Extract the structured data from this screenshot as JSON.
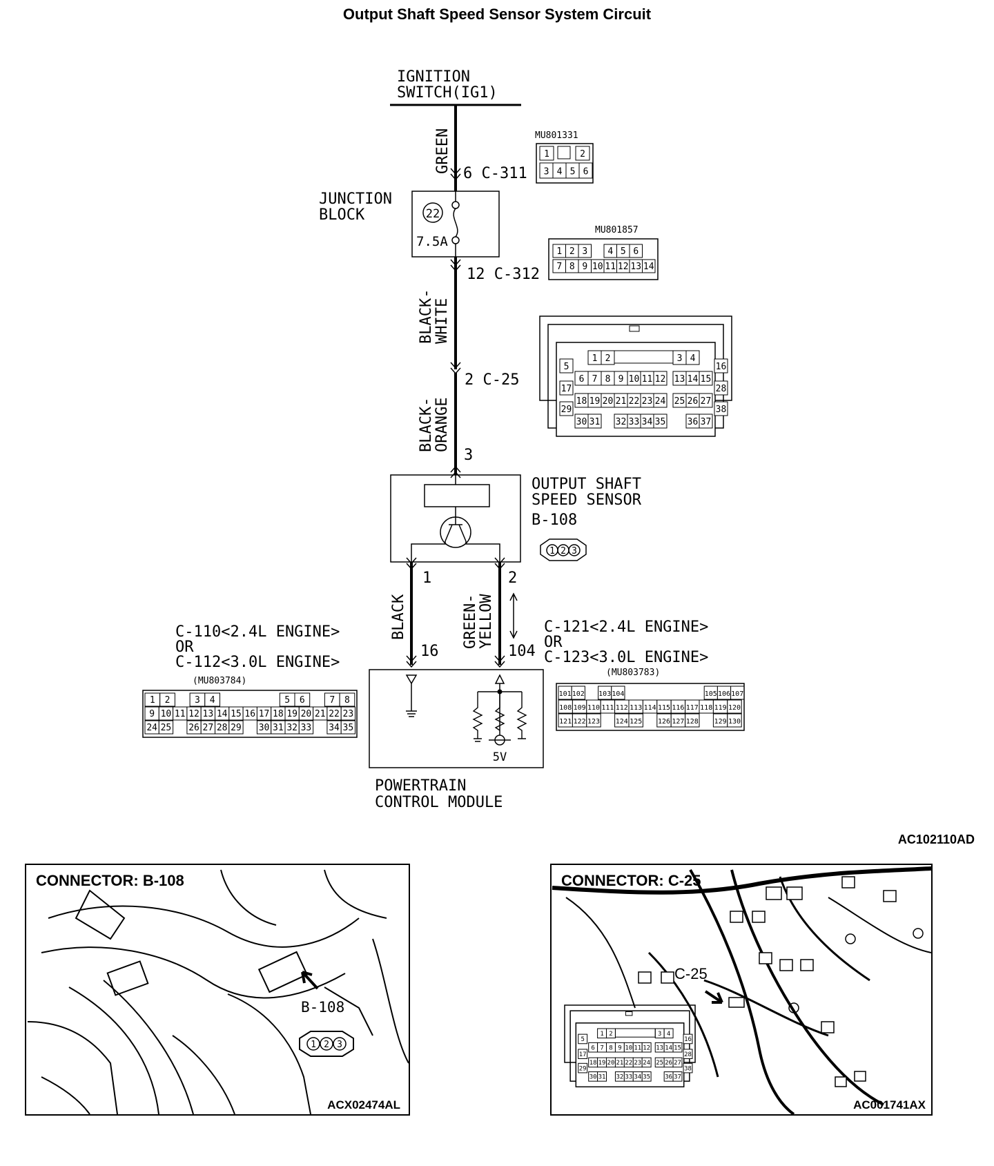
{
  "title": "Output Shaft Speed Sensor System Circuit",
  "figure_code": "AC102110AD",
  "ignition": {
    "line1": "IGNITION",
    "line2": "SWITCH(IG1)"
  },
  "wires": {
    "green": "GREEN",
    "black_white_1": "BLACK-",
    "black_white_2": "WHITE",
    "black_orange_1": "BLACK-",
    "black_orange_2": "ORANGE",
    "black": "BLACK",
    "green_yellow_1": "GREEN-",
    "green_yellow_2": "YELLOW"
  },
  "pins": {
    "c311": "6 C-311",
    "c312": "12 C-312",
    "c25": "2 C-25",
    "sensor_feed": "3",
    "sensor_gnd": "1",
    "sensor_sig": "2",
    "pcm_gnd": "16",
    "pcm_sig": "104"
  },
  "junction_block": {
    "line1": "JUNCTION",
    "line2": "BLOCK",
    "fuse_no": "22",
    "fuse_rating": "7.5A"
  },
  "sensor": {
    "line1": "OUTPUT SHAFT",
    "line2": "SPEED SENSOR",
    "connector": "B-108"
  },
  "pcm": {
    "line1": "POWERTRAIN",
    "line2": "CONTROL MODULE",
    "voltage": "5V"
  },
  "pcm_left_label": {
    "line1": "C-110<2.4L ENGINE>",
    "line2": "OR",
    "line3": "C-112<3.0L ENGINE>"
  },
  "pcm_right_label": {
    "line1": "C-121<2.4L ENGINE>",
    "line2": "OR",
    "line3": "C-123<3.0L ENGINE>"
  },
  "connectors": {
    "mu801331": {
      "part": "MU801331",
      "row1": [
        "1",
        "",
        "2"
      ],
      "row2": [
        "3",
        "4",
        "5",
        "6"
      ]
    },
    "mu801857": {
      "part": "MU801857",
      "row1": [
        "1",
        "2",
        "3",
        "",
        "4",
        "5",
        "6"
      ],
      "row2": [
        "7",
        "8",
        "9",
        "10",
        "11",
        "12",
        "13",
        "14"
      ]
    },
    "c25": {
      "row1": [
        "1",
        "2",
        "3",
        "4"
      ],
      "row2": [
        "5",
        "6",
        "7",
        "8",
        "9",
        "10",
        "11",
        "12",
        "13",
        "14",
        "15",
        "16"
      ],
      "row3": [
        "17",
        "18",
        "19",
        "20",
        "21",
        "22",
        "23",
        "24",
        "25",
        "26",
        "27",
        "28"
      ],
      "row4": [
        "29",
        "30",
        "31",
        "32",
        "33",
        "34",
        "35",
        "36",
        "37",
        "38"
      ]
    },
    "b108": {
      "pins": [
        "1",
        "2",
        "3"
      ]
    },
    "mu803784": {
      "part": "(MU803784)",
      "row1": [
        "1",
        "2",
        "",
        "3",
        "4",
        "",
        "",
        "",
        "",
        "5",
        "6",
        "",
        "7",
        "8"
      ],
      "row2": [
        "9",
        "10",
        "11",
        "12",
        "13",
        "14",
        "15",
        "16",
        "17",
        "18",
        "19",
        "20",
        "21",
        "22",
        "23"
      ],
      "row3": [
        "24",
        "25",
        "",
        "26",
        "27",
        "28",
        "29",
        "",
        "30",
        "31",
        "32",
        "33",
        "",
        "34",
        "35"
      ]
    },
    "mu803783": {
      "part": "(MU803783)",
      "row1": [
        "101",
        "102",
        "",
        "103",
        "104",
        "",
        "",
        "",
        "",
        "",
        "",
        "105",
        "106",
        "107"
      ],
      "row2": [
        "108",
        "109",
        "110",
        "111",
        "112",
        "113",
        "114",
        "115",
        "116",
        "117",
        "118",
        "119",
        "120"
      ],
      "row3": [
        "121",
        "122",
        "123",
        "",
        "124",
        "125",
        "",
        "126",
        "127",
        "128",
        "",
        "129",
        "130"
      ]
    }
  },
  "photo_b108": {
    "title": "CONNECTOR: B-108",
    "callout": "B-108",
    "code": "ACX02474AL"
  },
  "photo_c25": {
    "title": "CONNECTOR: C-25",
    "callout": "C-25",
    "code": "AC001741AX"
  }
}
